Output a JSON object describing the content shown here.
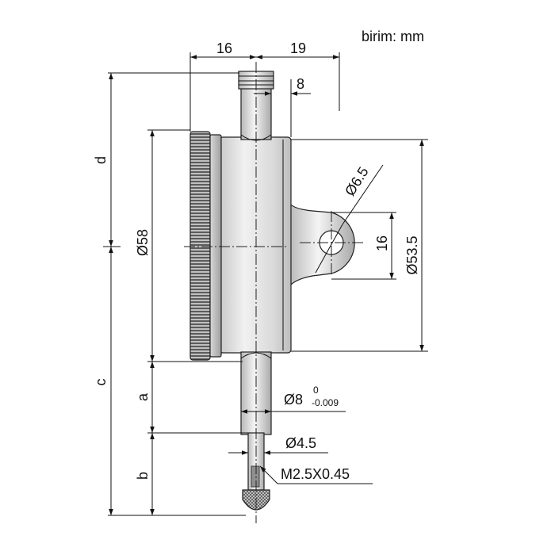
{
  "diagram": {
    "unit_label": "birim: mm",
    "dimensions": {
      "bezel_width": "16",
      "stem_offset": "19",
      "lug_offset": "8",
      "hole_dia": "Ø6.5",
      "lug_height": "16",
      "back_dia": "Ø53.5",
      "dial_dia": "Ø58",
      "d_label": "d",
      "c_label": "c",
      "a_label": "a",
      "b_label": "b",
      "stem_dia_main": "Ø8",
      "stem_tol_upper": "0",
      "stem_tol_lower": "-0.009",
      "spindle_dia": "Ø4.5",
      "thread": "M2.5X0.45"
    }
  }
}
